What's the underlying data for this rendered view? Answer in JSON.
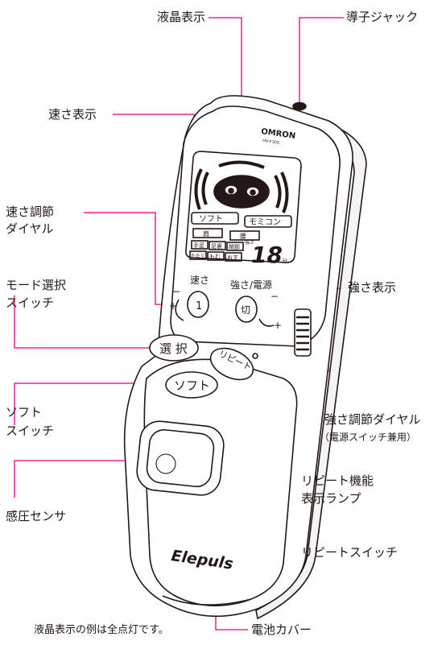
{
  "callouts": {
    "lcd_display": "液晶表示",
    "conductor_jack": "導子ジャック",
    "speed_display": "速さ表示",
    "speed_dial_line1": "速さ調節",
    "speed_dial_line2": "ダイヤル",
    "mode_switch_line1": "モード選択",
    "mode_switch_line2": "スイッチ",
    "strength_display": "強さ表示",
    "soft_switch_line1": "ソフト",
    "soft_switch_line2": "スイッチ",
    "strength_dial_line1": "強さ調節ダイヤル",
    "strength_dial_line2": "（電源スイッチ兼用）",
    "pressure_sensor": "感圧センサ",
    "repeat_lamp_line1": "リピート機能",
    "repeat_lamp_line2": "表示ランプ",
    "repeat_switch": "リピートスイッチ",
    "battery_cover": "電池カバー"
  },
  "footnote": "液晶表示の例は全点灯です。",
  "device": {
    "brand": "OMRON",
    "model": "HV-F305",
    "lcd_mode_soft": "ソフト",
    "lcd_mode_remote": "モミコン",
    "lcd_area_shoulder": "肩",
    "lcd_area_waist": "腰",
    "lcd_prog_1": "手足",
    "lcd_prog_2": "足裏",
    "lcd_prog_3": "関節",
    "lcd_prog_4": "たたく",
    "lcd_prog_5": "もむ",
    "lcd_prog_6": "おす",
    "lcd_strength": "強さ",
    "lcd_value": "18",
    "lcd_unit": "分",
    "speed_label": "速さ",
    "speed_dial_mark": "1",
    "strength_power_label": "強さ/電源",
    "power_off_mark": "切",
    "select_button": "選 択",
    "repeat_button": "リピート",
    "soft_button": "ソフト",
    "product_name": "Elepuls",
    "minus_sign": "−",
    "plus_sign": "+"
  },
  "colors": {
    "leader_line": "#e4007f",
    "outline": "#231815"
  }
}
